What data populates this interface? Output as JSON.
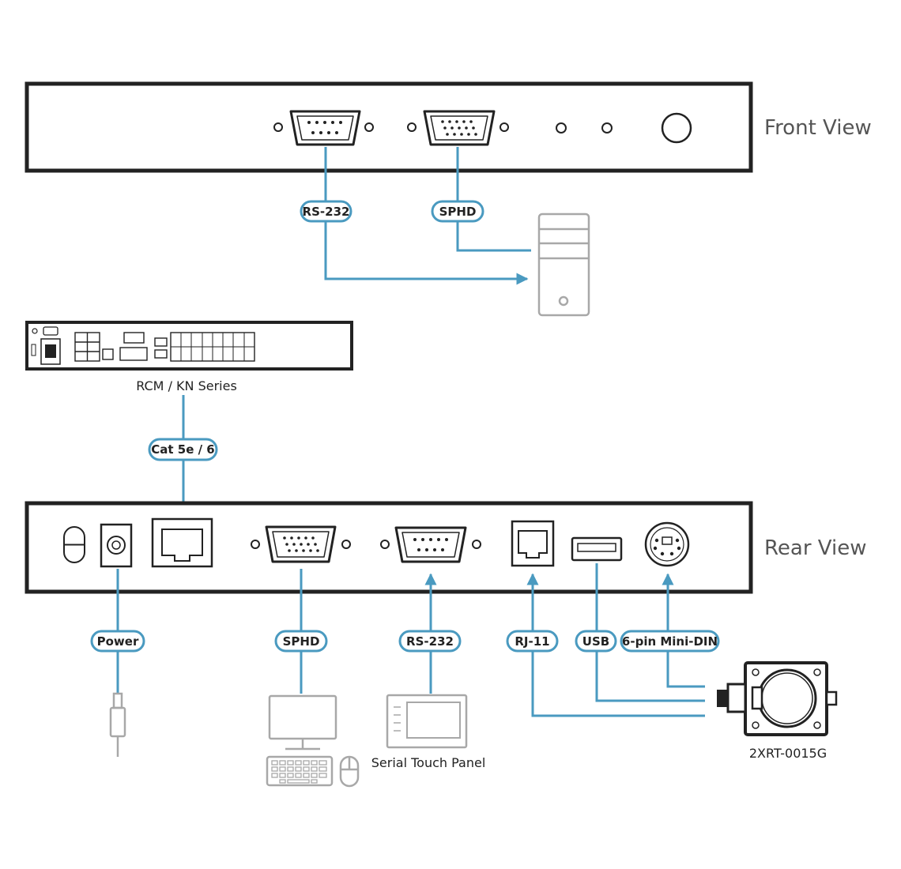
{
  "front_view": {
    "title": "Front View",
    "ports": [
      {
        "name": "rs232",
        "label": "RS-232"
      },
      {
        "name": "sphd",
        "label": "SPHD"
      }
    ]
  },
  "upstream_device": {
    "caption": "RCM / KN Series",
    "cable_label": "Cat 5e / 6"
  },
  "rear_view": {
    "title": "Rear View",
    "connections": [
      {
        "name": "power",
        "label": "Power"
      },
      {
        "name": "sphd",
        "label": "SPHD"
      },
      {
        "name": "rs232",
        "label": "RS-232"
      },
      {
        "name": "rj11",
        "label": "RJ-11"
      },
      {
        "name": "usb",
        "label": "USB"
      },
      {
        "name": "mini-din",
        "label": "6-pin Mini-DIN"
      }
    ]
  },
  "devices": {
    "touch_panel": "Serial Touch Panel",
    "camera": "2XRT-0015G"
  },
  "colors": {
    "cable": "#4a9ac0",
    "outline": "#222222",
    "device_gray": "#a8a8a8"
  }
}
